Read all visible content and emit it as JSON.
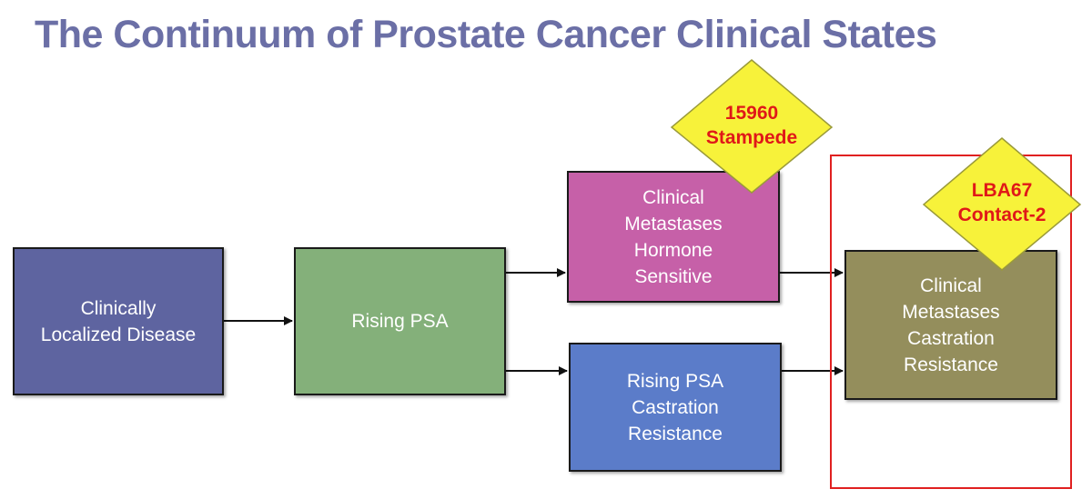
{
  "slide": {
    "title": "The Continuum of Prostate Cancer Clinical States"
  },
  "diagram": {
    "boxes": {
      "localized": "Clinically\nLocalized Disease",
      "rising_psa": "Rising PSA",
      "cmhs": "Clinical\nMetastases\nHormone\nSensitive",
      "rpcr": "Rising PSA\nCastration\nResistance",
      "cmcr": "Clinical\nMetastases\nCastration\nResistance"
    },
    "badges": {
      "stampede": {
        "line1": "15960",
        "line2": "Stampede"
      },
      "contact2": {
        "line1": "LBA67",
        "line2": "Contact-2"
      }
    }
  },
  "colors": {
    "title": "#6b6fa6",
    "localized": "#5e64a0",
    "rising_psa": "#84b07a",
    "cmhs": "#c660a8",
    "rpcr": "#5b7cc9",
    "cmcr": "#948e5c",
    "badge_fill": "#f7f23a",
    "badge_text": "#e01818",
    "highlight_frame": "#e02020"
  }
}
